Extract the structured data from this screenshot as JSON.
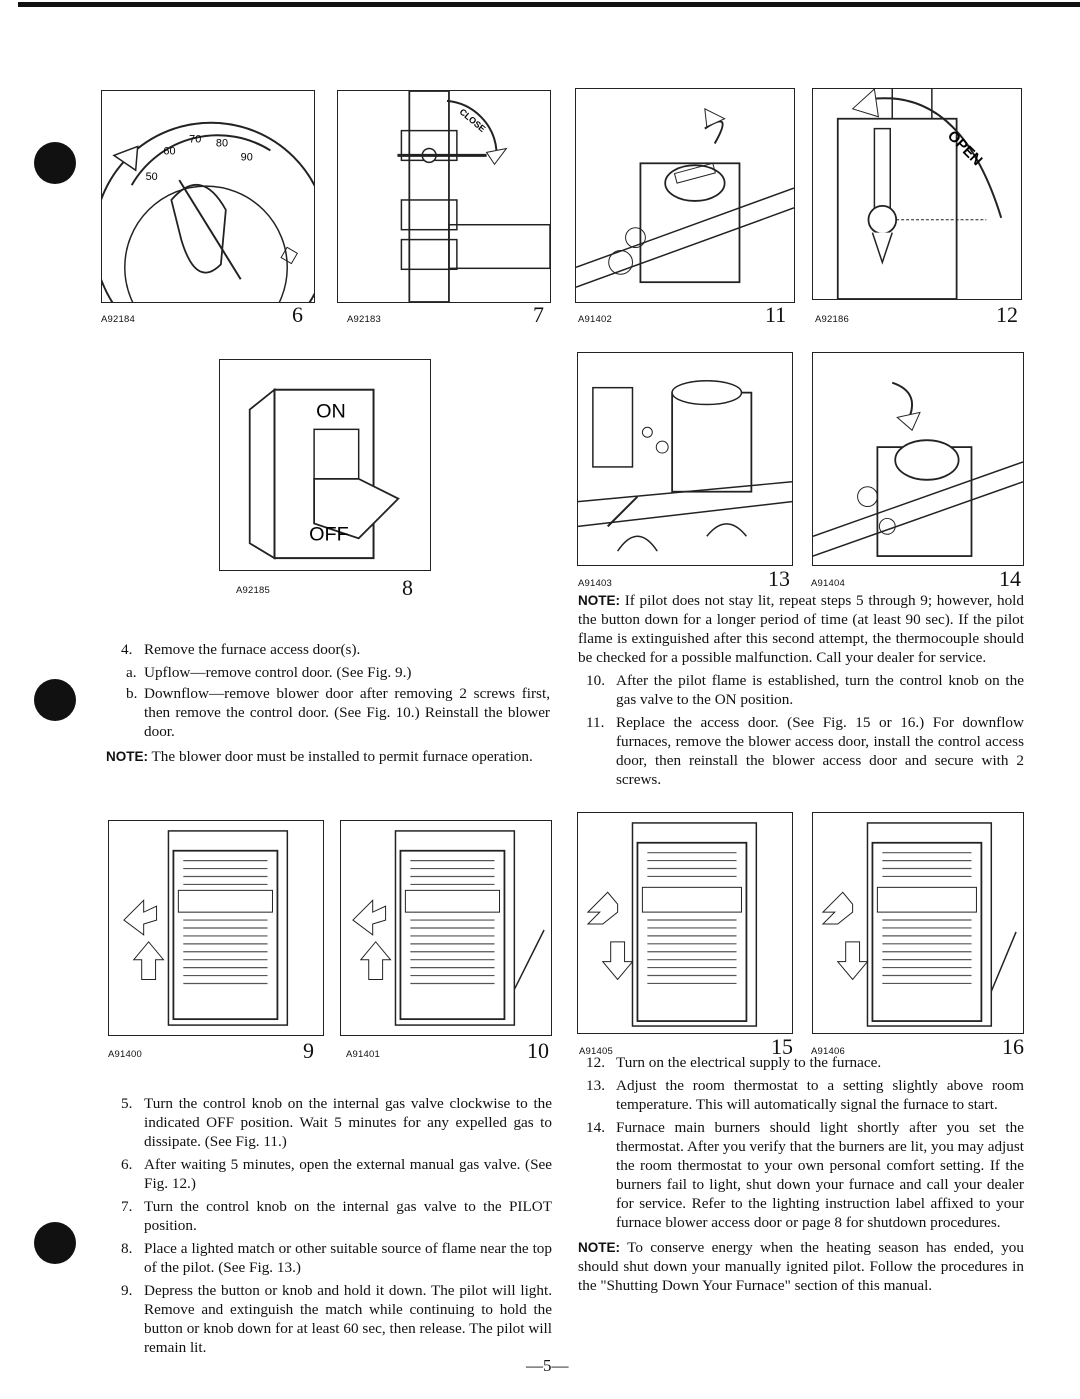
{
  "figures": [
    {
      "id": "fig6",
      "code": "A92184",
      "number": "6",
      "dial_labels": [
        "70",
        "80",
        "90",
        "60",
        "50"
      ]
    },
    {
      "id": "fig7",
      "code": "A92183",
      "number": "7",
      "arrow_label": "CLOSE"
    },
    {
      "id": "fig11",
      "code": "A91402",
      "number": "11"
    },
    {
      "id": "fig12",
      "code": "A92186",
      "number": "12",
      "arrow_label": "OPEN"
    },
    {
      "id": "fig8",
      "code": "A92185",
      "number": "8",
      "switch_labels": [
        "ON",
        "OFF"
      ]
    },
    {
      "id": "fig13",
      "code": "A91403",
      "number": "13"
    },
    {
      "id": "fig14",
      "code": "A91404",
      "number": "14"
    },
    {
      "id": "fig9",
      "code": "A91400",
      "number": "9"
    },
    {
      "id": "fig10",
      "code": "A91401",
      "number": "10"
    },
    {
      "id": "fig15",
      "code": "A91405",
      "number": "15"
    },
    {
      "id": "fig16",
      "code": "A91406",
      "number": "16"
    }
  ],
  "left_top": {
    "step4": {
      "n": "4.",
      "text": "Remove the furnace access door(s)."
    },
    "step4a": {
      "n": "a.",
      "text": "Upflow—remove control door. (See Fig. 9.)"
    },
    "step4b": {
      "n": "b.",
      "text": "Downflow—remove blower door after removing 2 screws first, then remove the control door. (See Fig. 10.) Reinstall the blower door."
    },
    "note": {
      "label": "NOTE:",
      "text": "The blower door must be installed to permit furnace operation."
    }
  },
  "right_top": {
    "note": {
      "label": "NOTE:",
      "text": "If pilot does not stay lit, repeat steps 5 through 9; however, hold the button down for a longer period of time (at least 90 sec). If the pilot flame is extinguished after this second attempt, the thermocouple should be checked for a possible malfunction. Call your dealer for service."
    },
    "step10": {
      "n": "10.",
      "text": "After the pilot flame is established, turn the control knob on the gas valve to the ON position."
    },
    "step11": {
      "n": "11.",
      "text": "Replace the access door. (See Fig. 15 or 16.) For downflow furnaces, remove the blower access door, install the control access door, then reinstall the blower access door and secure with 2 screws."
    }
  },
  "left_bottom": {
    "step5": {
      "n": "5.",
      "text": "Turn the control knob on the internal gas valve clockwise to the indicated OFF position. Wait 5 minutes for any expelled gas to dissipate. (See Fig. 11.)"
    },
    "step6": {
      "n": "6.",
      "text": "After waiting 5 minutes, open the external manual gas valve. (See Fig. 12.)"
    },
    "step7": {
      "n": "7.",
      "text": "Turn the control knob on the internal gas valve to the PILOT position."
    },
    "step8": {
      "n": "8.",
      "text": "Place a lighted match or other suitable source of flame near the top of the pilot. (See Fig. 13.)"
    },
    "step9": {
      "n": "9.",
      "text": "Depress the button or knob and hold it down. The pilot will light. Remove and extinguish the match while continuing to hold the button or knob down for at least 60 sec, then release. The pilot will remain lit."
    }
  },
  "right_bottom": {
    "step12": {
      "n": "12.",
      "text": "Turn on the electrical supply to the furnace."
    },
    "step13": {
      "n": "13.",
      "text": "Adjust the room thermostat to a setting slightly above room temperature. This will automatically signal the furnace to start."
    },
    "step14": {
      "n": "14.",
      "text": "Furnace main burners should light shortly after you set the thermostat. After you verify that the burners are lit, you may adjust the room thermostat to your own personal comfort setting. If the burners fail to light, shut down your furnace and call your dealer for service. Refer to the lighting instruction label affixed to your furnace blower access door or page 8 for shutdown procedures."
    },
    "note": {
      "label": "NOTE:",
      "text": "To conserve energy when the heating season has ended, you should shut down your manually ignited pilot. Follow the procedures in the \"Shutting Down Your Furnace\" section of this manual."
    }
  },
  "page_number": "—5—"
}
